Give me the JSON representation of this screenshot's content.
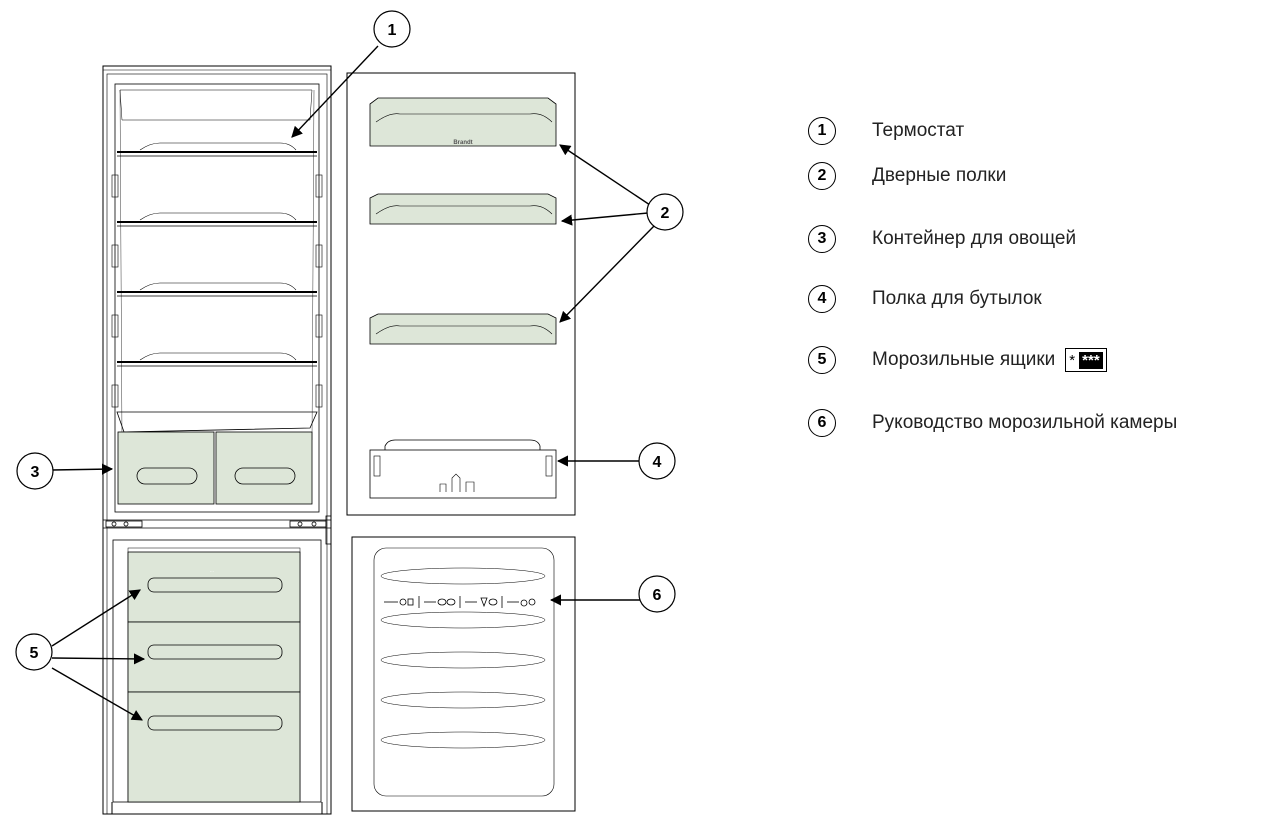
{
  "callouts": {
    "c1": "1",
    "c2": "2",
    "c3": "3",
    "c4": "4",
    "c5": "5",
    "c6": "6"
  },
  "door_shelf_brand": "Brandt",
  "freezer_drawer_label": "...",
  "legend": {
    "items": [
      {
        "num": "1",
        "text": "Термостат"
      },
      {
        "num": "2",
        "text": "Дверные полки"
      },
      {
        "num": "3",
        "text": "Контейнер для овощей"
      },
      {
        "num": "4",
        "text": "Полка для бутылок"
      },
      {
        "num": "5",
        "text": "Морозильные ящики",
        "symbol_star": "*",
        "symbol_stars": "***"
      },
      {
        "num": "6",
        "text": "Руководство морозильной камеры"
      }
    ]
  },
  "colors": {
    "line": "#000000",
    "component_fill": "#dde6d8",
    "paper": "#ffffff"
  }
}
